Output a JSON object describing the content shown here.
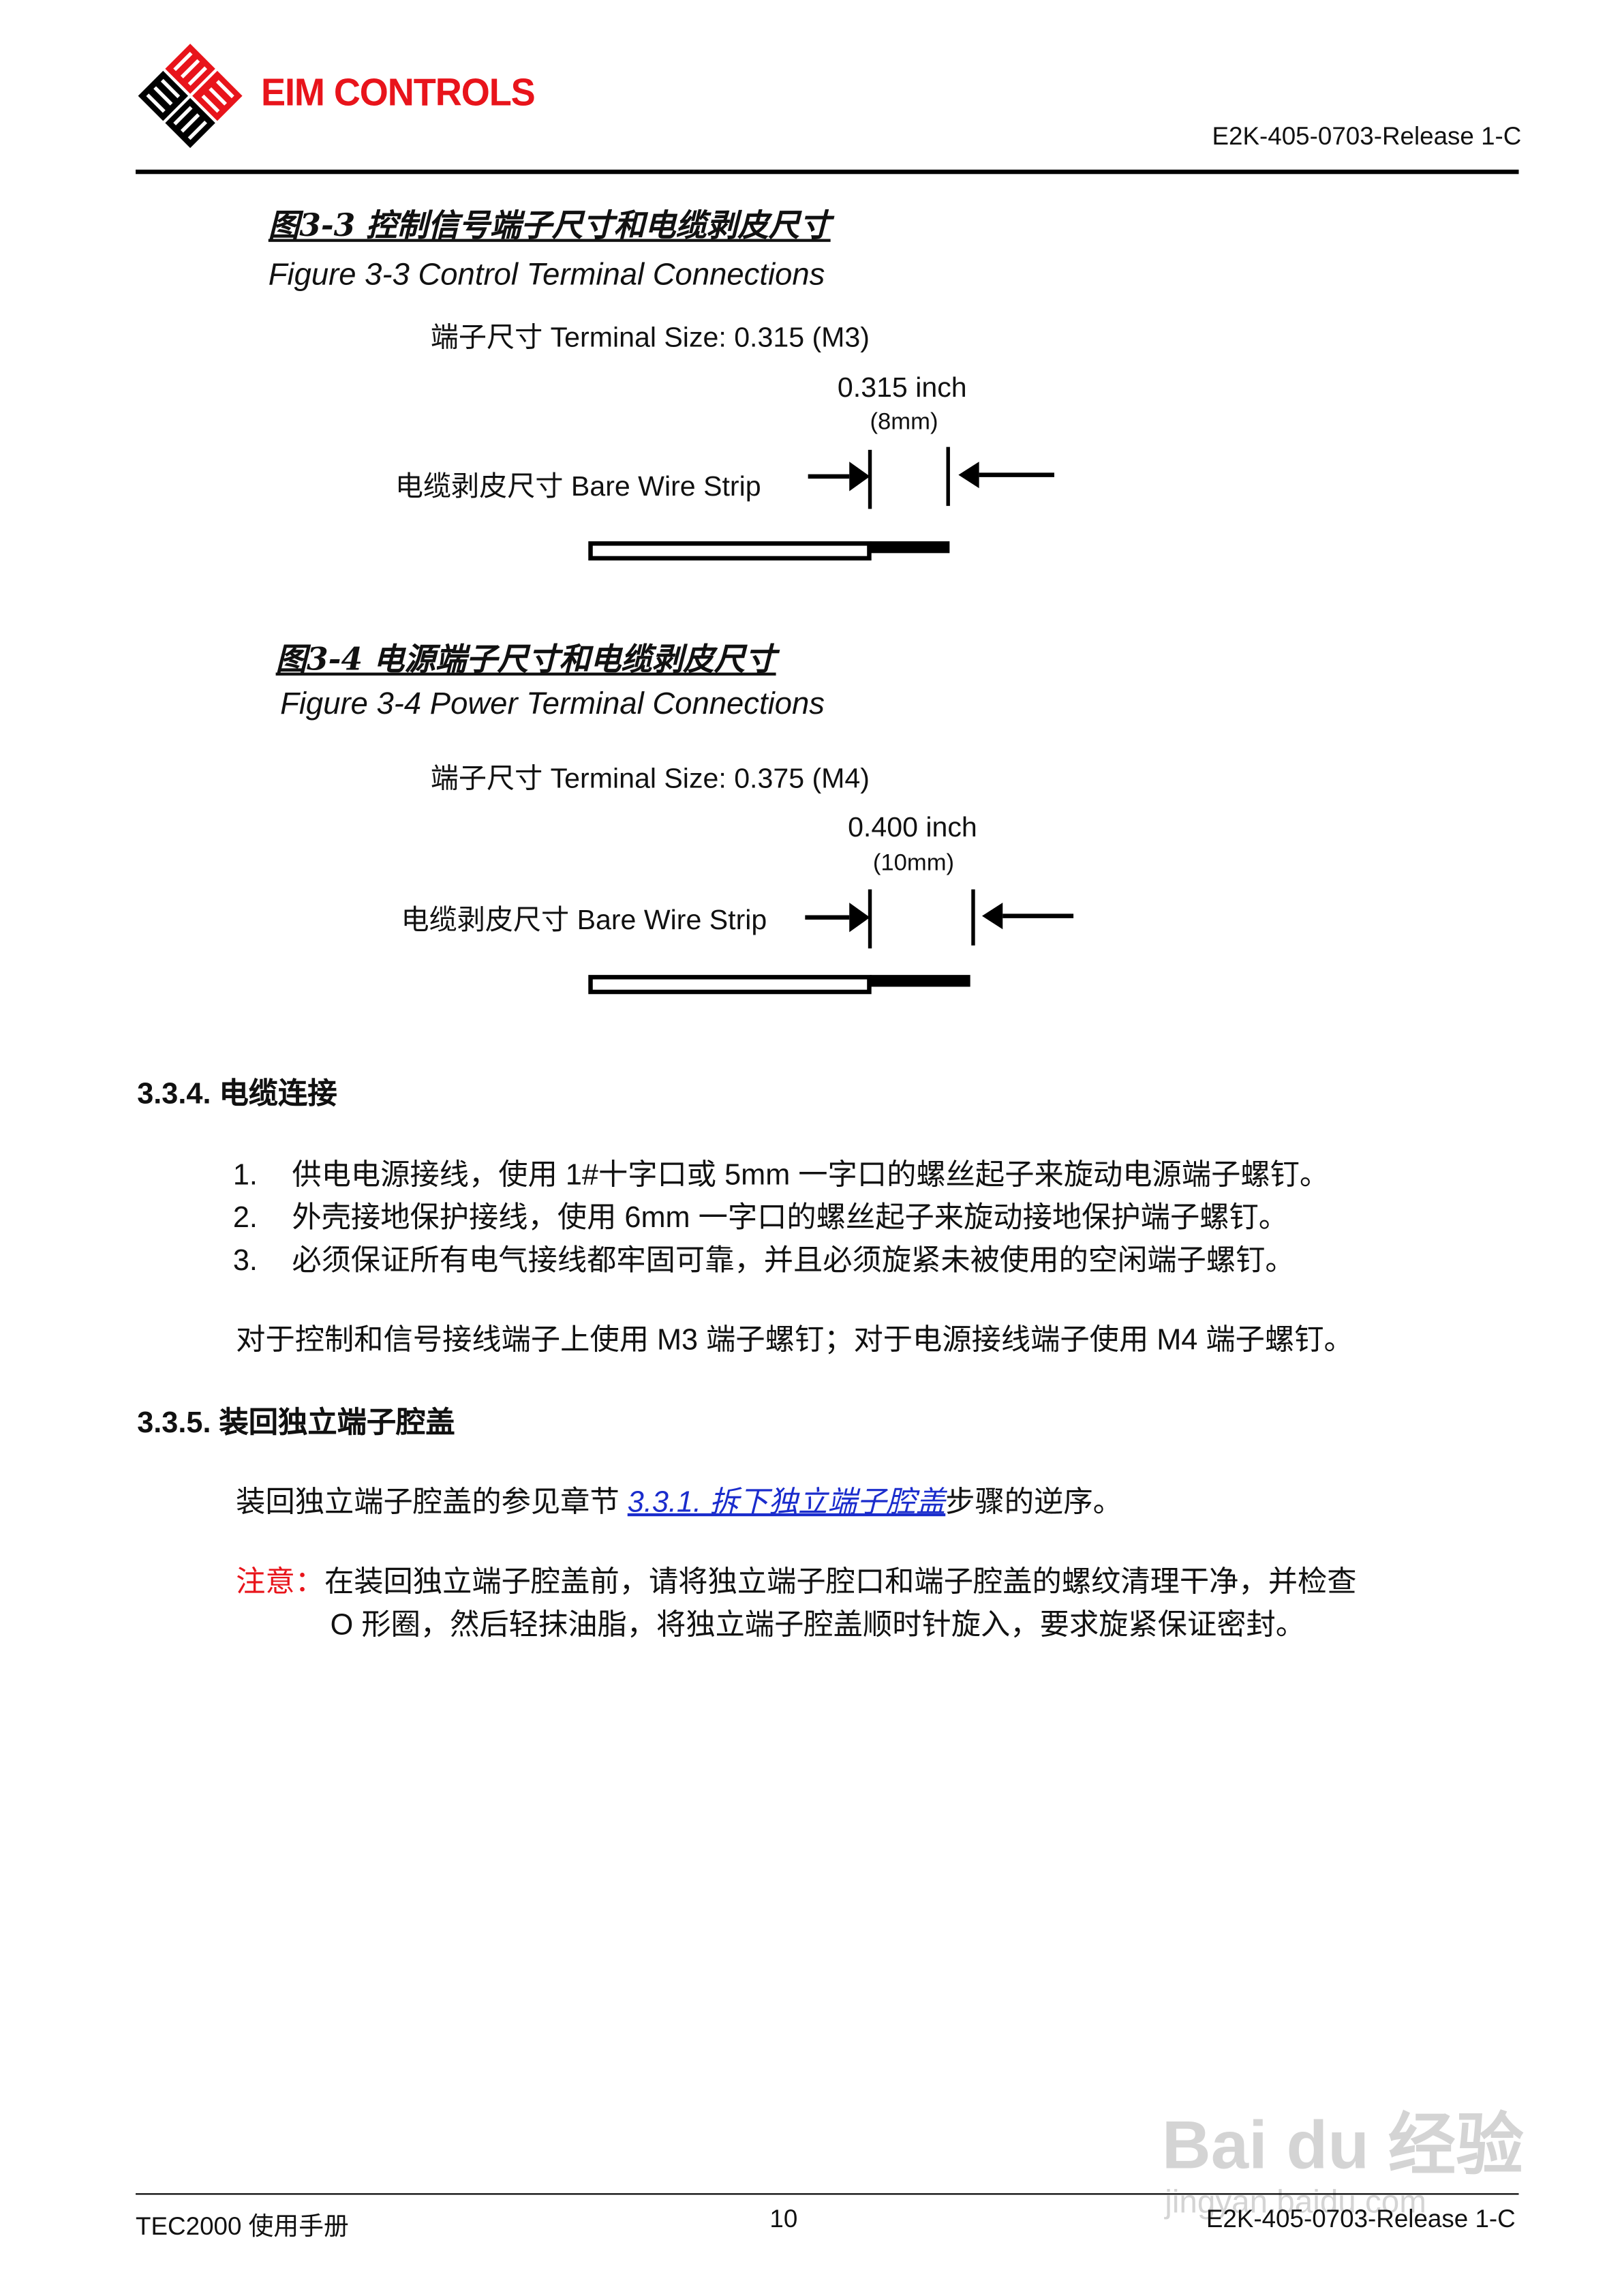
{
  "header": {
    "logo_text": "EIM CONTROLS",
    "logo_mark": "EIM",
    "doc_id": "E2K-405-0703-Release 1-C"
  },
  "figure_3_3": {
    "caption_cn": "图3-3 控制信号端子尺寸和电缆剥皮尺寸",
    "caption_en": "Figure 3-3  Control Terminal Connections",
    "terminal_size": "端子尺寸 Terminal Size: 0.315 (M3)",
    "dimension": "0.315 inch",
    "dimension_mm": "(8mm)",
    "strip_label": "电缆剥皮尺寸 Bare Wire Strip"
  },
  "figure_3_4": {
    "caption_cn": "图3-4 电源端子尺寸和电缆剥皮尺寸",
    "caption_en": "Figure 3-4  Power Terminal Connections",
    "terminal_size": "端子尺寸 Terminal Size: 0.375 (M4)",
    "dimension": "0.400 inch",
    "dimension_mm": "(10mm)",
    "strip_label": "电缆剥皮尺寸 Bare Wire Strip"
  },
  "section_334": {
    "heading": "3.3.4. 电缆连接",
    "items": [
      {
        "num": "1.",
        "text": "供电电源接线，使用 1#十字口或 5mm 一字口的螺丝起子来旋动电源端子螺钉。"
      },
      {
        "num": "2.",
        "text": "外壳接地保护接线，使用 6mm 一字口的螺丝起子来旋动接地保护端子螺钉。"
      },
      {
        "num": "3.",
        "text": "必须保证所有电气接线都牢固可靠，并且必须旋紧未被使用的空闲端子螺钉。"
      }
    ],
    "note": "对于控制和信号接线端子上使用 M3 端子螺钉；对于电源接线端子使用 M4 端子螺钉。"
  },
  "section_335": {
    "heading": "3.3.5. 装回独立端子腔盖",
    "para_before": "装回独立端子腔盖的参见章节 ",
    "link": "3.3.1. 拆下独立端子腔盖",
    "para_after": "步骤的逆序。",
    "caution_label": "注意：",
    "caution_line1": "在装回独立端子腔盖前，请将独立端子腔口和端子腔盖的螺纹清理干净，并检查",
    "caution_line2": "O 形圈，然后轻抹油脂，将独立端子腔盖顺时针旋入，要求旋紧保证密封。"
  },
  "footer": {
    "left": "TEC2000 使用手册",
    "page": "10",
    "right": "E2K-405-0703-Release 1-C"
  },
  "watermark": {
    "text": "Bai du 经验",
    "sub": "jingyan.baidu.com"
  },
  "colors": {
    "brand_red": "#e8141b",
    "link_blue": "#1a2ccc"
  }
}
